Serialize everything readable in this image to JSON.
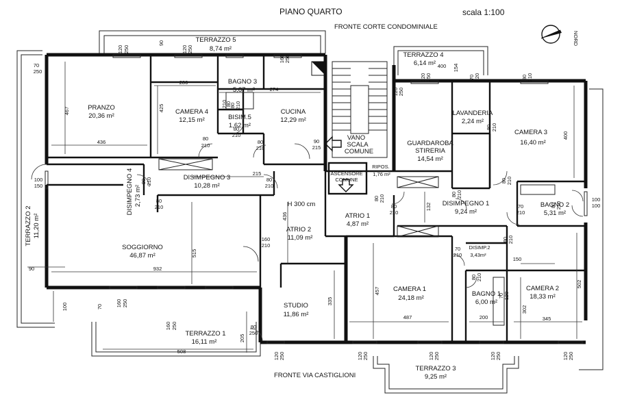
{
  "header": {
    "floor_title": "PIANO QUARTO",
    "scale": "scala  1:100",
    "north": "NORD",
    "front_top": "FRONTE CORTE CONDOMINIALE",
    "front_bottom": "FRONTE VIA CASTIGLIONI",
    "height_note": "H  300  cm"
  },
  "rooms": [
    {
      "id": "terrazzo-5",
      "name": "TERRAZZO  5",
      "area": "8,74  m²"
    },
    {
      "id": "terrazzo-4",
      "name": "TERRAZZO  4",
      "area": "6,14  m²"
    },
    {
      "id": "pranzo",
      "name": "PRANZO",
      "area": "20,36  m²"
    },
    {
      "id": "camera-4",
      "name": "CAMERA  4",
      "area": "12,15  m²"
    },
    {
      "id": "bagno-3",
      "name": "BAGNO  3",
      "area": "5,87  m²"
    },
    {
      "id": "bisim-5",
      "name": "BISIM.5",
      "area": "1,62  m²"
    },
    {
      "id": "cucina",
      "name": "CUCINA",
      "area": "12,29  m²"
    },
    {
      "id": "vano-scala",
      "name": "VANO\nSCALA\nCOMUNE",
      "area": ""
    },
    {
      "id": "guardaroba",
      "name": "GUARDAROBA\nSTIRERIA",
      "area": "14,54  m²"
    },
    {
      "id": "lavanderia",
      "name": "LAVANDERIA",
      "area": "2,24  m²"
    },
    {
      "id": "camera-3",
      "name": "CAMERA  3",
      "area": "16,40  m²"
    },
    {
      "id": "disimpegno-4",
      "name": "DISIMPEGNO  4",
      "area": "2,73  m²"
    },
    {
      "id": "disimpegno-3",
      "name": "DISIMPEGNO  3",
      "area": "10,28  m²"
    },
    {
      "id": "ascensore",
      "name": "ASCENSORE\nCOMUNE",
      "area": ""
    },
    {
      "id": "ripos",
      "name": "RIPOS.",
      "area": "1,76 m²"
    },
    {
      "id": "atrio-1",
      "name": "ATRIO  1",
      "area": "4,87  m²"
    },
    {
      "id": "disimpegno-1",
      "name": "DISIMPEGNO  1",
      "area": "9,24  m²"
    },
    {
      "id": "bagno-2",
      "name": "BAGNO  2",
      "area": "5,31  m²"
    },
    {
      "id": "terrazzo-2",
      "name": "TERRAZZO  2",
      "area": "11,20  m²"
    },
    {
      "id": "soggiorno",
      "name": "SOGGIORNO",
      "area": "46,87  m²"
    },
    {
      "id": "atrio-2",
      "name": "ATRIO  2",
      "area": "11,09  m²"
    },
    {
      "id": "disimp-2",
      "name": "DISIMP.2",
      "area": "3,43m²"
    },
    {
      "id": "camera-1",
      "name": "CAMERA  1",
      "area": "24,18  m²"
    },
    {
      "id": "bagno-1",
      "name": "BAGNO  1",
      "area": "6,00  m²"
    },
    {
      "id": "camera-2",
      "name": "CAMERA  2",
      "area": "18,33  m²"
    },
    {
      "id": "studio",
      "name": "STUDIO",
      "area": "11,86  m²"
    },
    {
      "id": "terrazzo-1",
      "name": "TERRAZZO  1",
      "area": "16,11  m²"
    },
    {
      "id": "terrazzo-3",
      "name": "TERRAZZO  3",
      "area": "9,25  m²"
    }
  ],
  "dimensions": [
    "90",
    "286",
    "274",
    "425",
    "467",
    "436",
    "215",
    "932",
    "515",
    "90",
    "100",
    "70",
    "436",
    "335",
    "205",
    "508",
    "457",
    "487",
    "200",
    "150",
    "302",
    "345",
    "502",
    "400",
    "132",
    "400",
    "154"
  ],
  "openings": [
    "70",
    "250",
    "120",
    "250",
    "80",
    "210",
    "80",
    "210",
    "80",
    "210",
    "80",
    "210",
    "90",
    "215",
    "100",
    "150",
    "80",
    "210",
    "80",
    "210",
    "80",
    "210",
    "160",
    "210",
    "80",
    "210",
    "80",
    "210",
    "160",
    "250",
    "160",
    "250",
    "80",
    "250",
    "120",
    "250",
    "120",
    "250",
    "120",
    "250",
    "80",
    "210",
    "100",
    "100",
    "70",
    "210",
    "80",
    "210",
    "80",
    "210",
    "70",
    "120",
    "120",
    "250",
    "120",
    "250",
    "80",
    "210",
    "160",
    "250",
    "120",
    "250",
    "80",
    "210",
    "70",
    "210",
    "80",
    "210",
    "70",
    "120",
    "80",
    "210",
    "80",
    "210",
    "120",
    "250",
    "120",
    "250",
    "70",
    "250"
  ]
}
